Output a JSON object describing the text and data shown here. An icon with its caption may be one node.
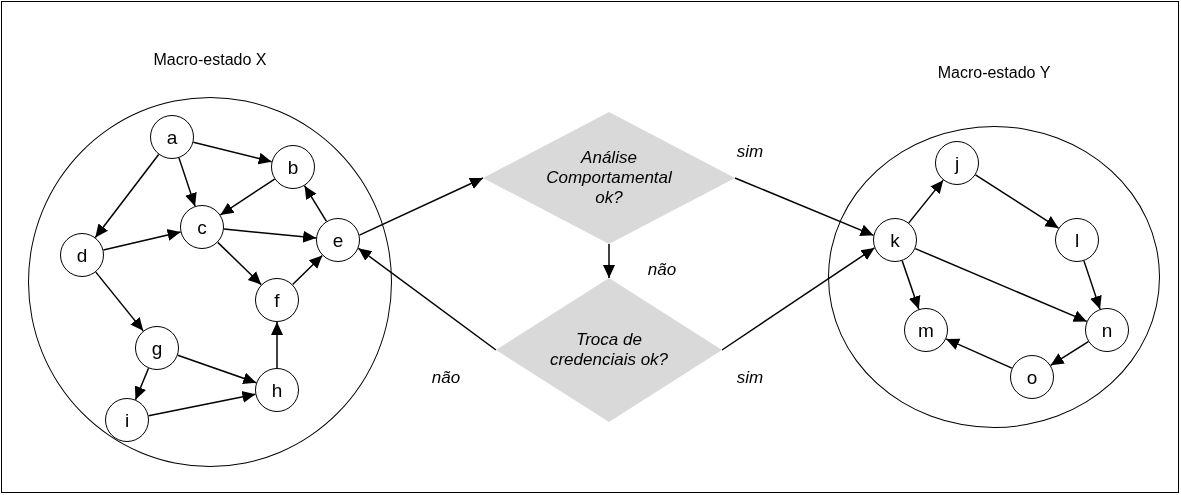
{
  "diagram": {
    "nodes": [
      {
        "text": [
          "Macro-estado X"
        ]
      },
      {
        "text": [
          "a"
        ],
        "in": 0
      },
      {
        "text": [
          "b"
        ],
        "in": 0
      },
      {
        "text": [
          "c"
        ],
        "in": 0
      },
      {
        "text": [
          "d"
        ],
        "in": 0
      },
      {
        "text": [
          "e"
        ],
        "in": 0
      },
      {
        "text": [
          "f"
        ],
        "in": 0
      },
      {
        "text": [
          "g"
        ],
        "in": 0
      },
      {
        "text": [
          "h"
        ],
        "in": 0
      },
      {
        "text": [
          "i"
        ],
        "in": 0
      },
      {
        "text": [
          "Análise Comportamental ok?"
        ]
      },
      {
        "text": [
          "Troca de credenciais ok?"
        ]
      },
      {
        "text": [
          "Macro-estado Y"
        ]
      },
      {
        "text": [
          "j"
        ],
        "in": 12
      },
      {
        "text": [
          "k"
        ],
        "in": 12
      },
      {
        "text": [
          "l"
        ],
        "in": 12
      },
      {
        "text": [
          "m"
        ],
        "in": 12
      },
      {
        "text": [
          "n"
        ],
        "in": 12
      },
      {
        "text": [
          "o"
        ],
        "in": 12
      }
    ],
    "edges": [
      {
        "from": 1,
        "to": 2,
        "arrow": "to"
      },
      {
        "from": 1,
        "to": 3,
        "arrow": "to"
      },
      {
        "from": 1,
        "to": 4,
        "arrow": "to"
      },
      {
        "from": 2,
        "to": 3,
        "arrow": "to"
      },
      {
        "from": 4,
        "to": 3,
        "arrow": "to"
      },
      {
        "from": 3,
        "to": 5,
        "arrow": "to"
      },
      {
        "from": 3,
        "to": 6,
        "arrow": "to"
      },
      {
        "from": 4,
        "to": 7,
        "arrow": "to"
      },
      {
        "from": 5,
        "to": 2,
        "arrow": "to"
      },
      {
        "from": 6,
        "to": 5,
        "arrow": "to"
      },
      {
        "from": 8,
        "to": 6,
        "arrow": "to"
      },
      {
        "from": 7,
        "to": 8,
        "arrow": "to"
      },
      {
        "from": 7,
        "to": 9,
        "arrow": "to"
      },
      {
        "from": 9,
        "to": 8,
        "arrow": "to"
      },
      {
        "from": 5,
        "to": 10,
        "arrow": "to"
      },
      {
        "from": 10,
        "to": 14,
        "arrow": "to",
        "label": "sim"
      },
      {
        "from": 10,
        "to": 11,
        "arrow": "to",
        "label": "não"
      },
      {
        "from": 11,
        "to": 14,
        "arrow": "to",
        "label": "sim"
      },
      {
        "from": 11,
        "to": 5,
        "arrow": "to",
        "label": "não"
      },
      {
        "from": 14,
        "to": 13,
        "arrow": "to"
      },
      {
        "from": 13,
        "to": 15,
        "arrow": "to"
      },
      {
        "from": 15,
        "to": 17,
        "arrow": "to"
      },
      {
        "from": 14,
        "to": 16,
        "arrow": "to"
      },
      {
        "from": 14,
        "to": 17,
        "arrow": "to"
      },
      {
        "from": 17,
        "to": 18,
        "arrow": "to"
      },
      {
        "from": 18,
        "to": 16,
        "arrow": "to"
      }
    ]
  }
}
